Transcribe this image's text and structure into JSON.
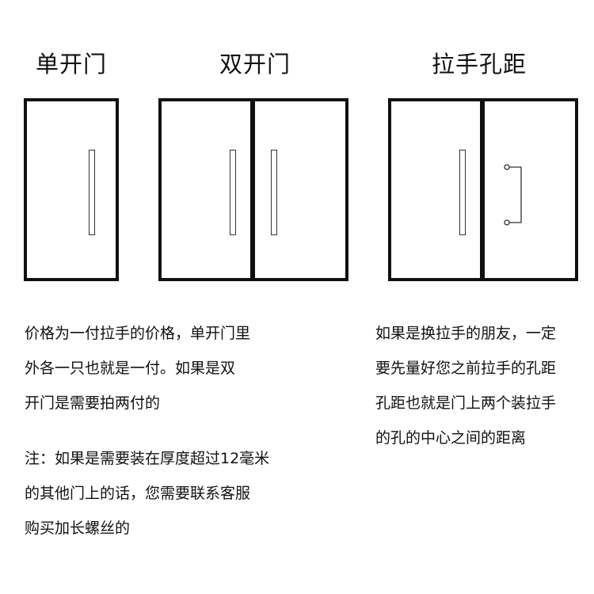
{
  "headings": {
    "single_door": "单开门",
    "double_door": "双开门",
    "hole_spacing": "拉手孔距"
  },
  "notes": {
    "price": [
      "价格为一付拉手的价格，单开门里",
      "外各一只也就是一付。如果是双",
      "开门是需要拍两付的"
    ],
    "caution": [
      "注：如果是需要装在厚度超过12毫米",
      "的其他门上的话，您需要联系客服",
      "购买加长螺丝的"
    ],
    "hole_explanation": [
      "如果是换拉手的朋友，一定",
      "要先量好您之前拉手的孔距",
      "孔距也就是门上两个装拉手",
      "的孔的中心之间的距离"
    ]
  },
  "colors": {
    "line": "#111111",
    "background": "#ffffff"
  }
}
